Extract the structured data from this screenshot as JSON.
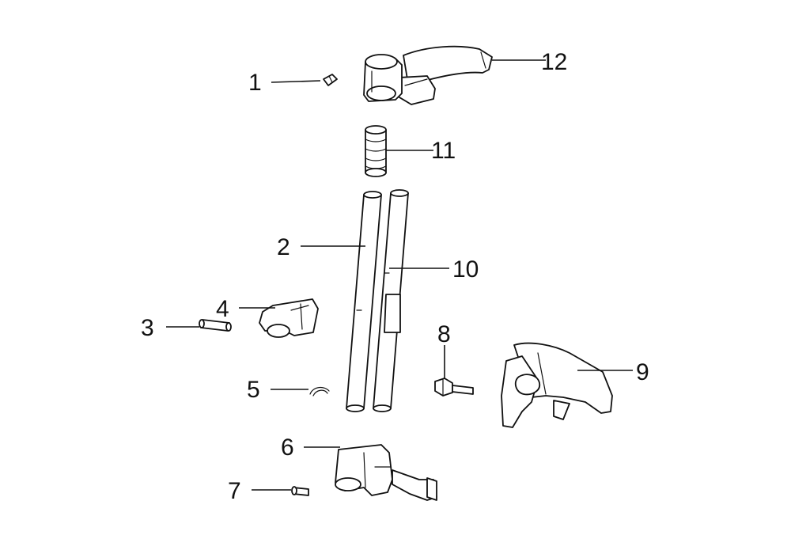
{
  "diagram": {
    "callouts": [
      {
        "id": "1",
        "label": "1"
      },
      {
        "id": "2",
        "label": "2"
      },
      {
        "id": "3",
        "label": "3"
      },
      {
        "id": "4",
        "label": "4"
      },
      {
        "id": "5",
        "label": "5"
      },
      {
        "id": "6",
        "label": "6"
      },
      {
        "id": "7",
        "label": "7"
      },
      {
        "id": "8",
        "label": "8"
      },
      {
        "id": "9",
        "label": "9"
      },
      {
        "id": "10",
        "label": "10"
      },
      {
        "id": "11",
        "label": "11"
      },
      {
        "id": "12",
        "label": "12"
      }
    ],
    "colors": {
      "line": "#111111",
      "background": "#ffffff"
    }
  }
}
